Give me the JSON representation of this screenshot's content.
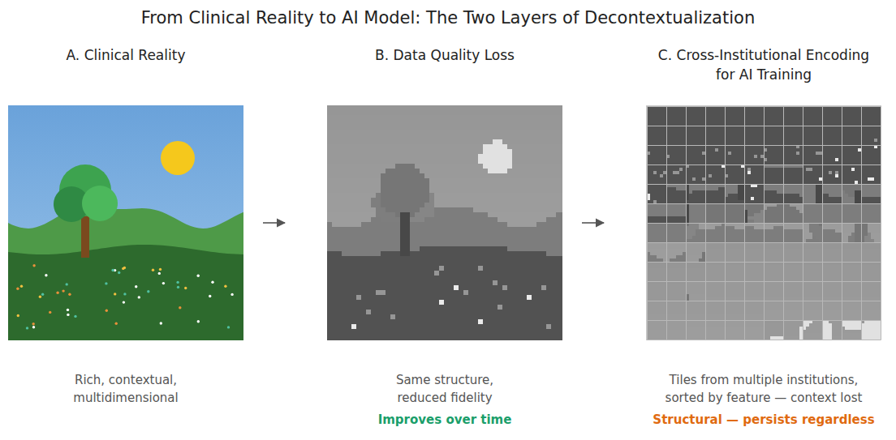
{
  "diagram": {
    "title": "From Clinical Reality to AI Model: The Two Layers of Decontextualization",
    "nodes": [
      {
        "text": [
          "A. Clinical Reality",
          "Rich, contextual, multidimensional"
        ]
      },
      {
        "text": [
          "B. Data Quality Loss",
          "Same structure, reduced fidelity",
          "Improves over time"
        ]
      },
      {
        "text": [
          "C. Cross-Institutional Encoding for AI Training",
          "Tiles from multiple institutions, sorted by feature — context lost",
          "Structural — persists regardless"
        ]
      }
    ],
    "edges": [
      {
        "from": 0,
        "to": 1,
        "arrow": "to"
      },
      {
        "from": 1,
        "to": 2,
        "arrow": "to"
      }
    ]
  }
}
